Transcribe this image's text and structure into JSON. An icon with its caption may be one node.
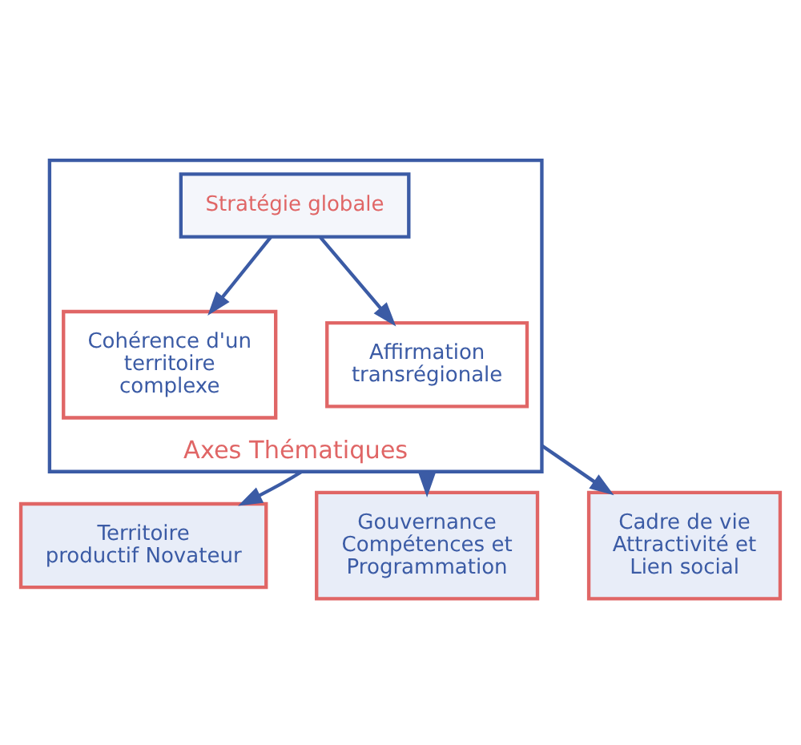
{
  "diagram": {
    "nodes": [
      {
        "text": [
          "Axes Thématiques"
        ]
      },
      {
        "text": [
          "Stratégie globale"
        ],
        "in": 0
      },
      {
        "text": [
          "Cohérence d'un territoire complexe"
        ],
        "in": 0
      },
      {
        "text": [
          "Affirmation transrégionale"
        ],
        "in": 0
      },
      {
        "text": [
          "Territoire productif Novateur"
        ]
      },
      {
        "text": [
          "Gouvernance Compétences et Programmation"
        ]
      },
      {
        "text": [
          "Cadre de vie Attractivité et Lien social"
        ]
      }
    ],
    "edges": [
      {
        "from": 1,
        "to": 2,
        "arrow": "to",
        "color": "#3b5ba5"
      },
      {
        "from": 1,
        "to": 3,
        "arrow": "to",
        "color": "#3b5ba5"
      },
      {
        "from": 0,
        "to": 4,
        "arrow": "to",
        "color": "#3b5ba5"
      },
      {
        "from": 0,
        "to": 5,
        "arrow": "to",
        "color": "#3b5ba5"
      },
      {
        "from": 0,
        "to": 6,
        "arrow": "to",
        "color": "#3b5ba5"
      }
    ]
  }
}
